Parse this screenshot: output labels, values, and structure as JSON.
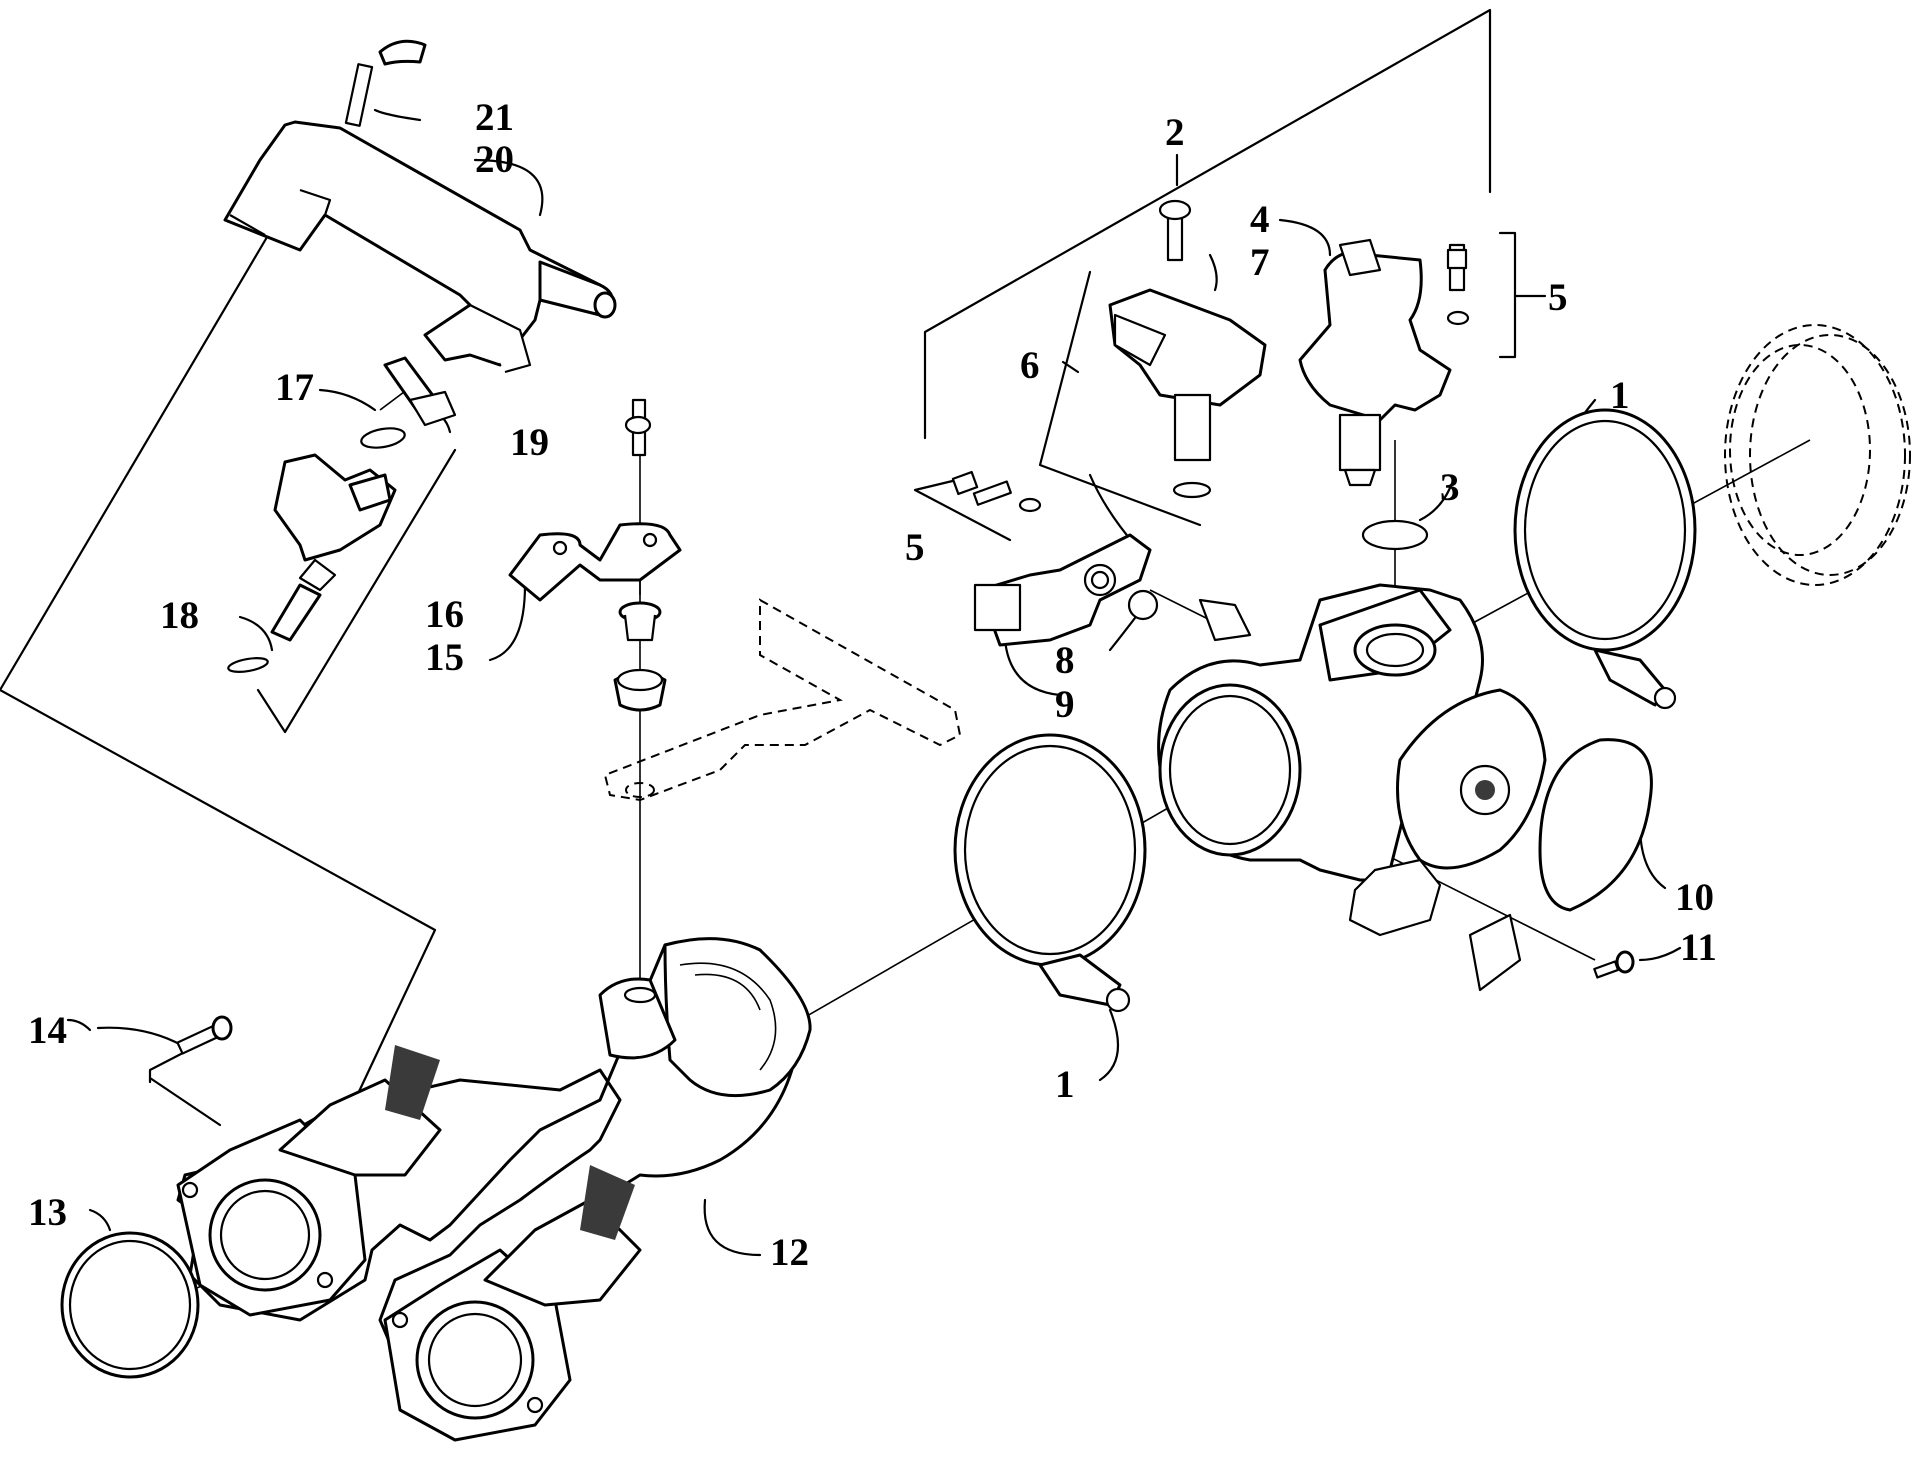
{
  "diagram": {
    "callouts": [
      "1",
      "1",
      "2",
      "3",
      "4",
      "5",
      "5",
      "6",
      "7",
      "8",
      "9",
      "10",
      "11",
      "12",
      "13",
      "14",
      "15",
      "16",
      "17",
      "18",
      "19",
      "20",
      "21"
    ]
  }
}
